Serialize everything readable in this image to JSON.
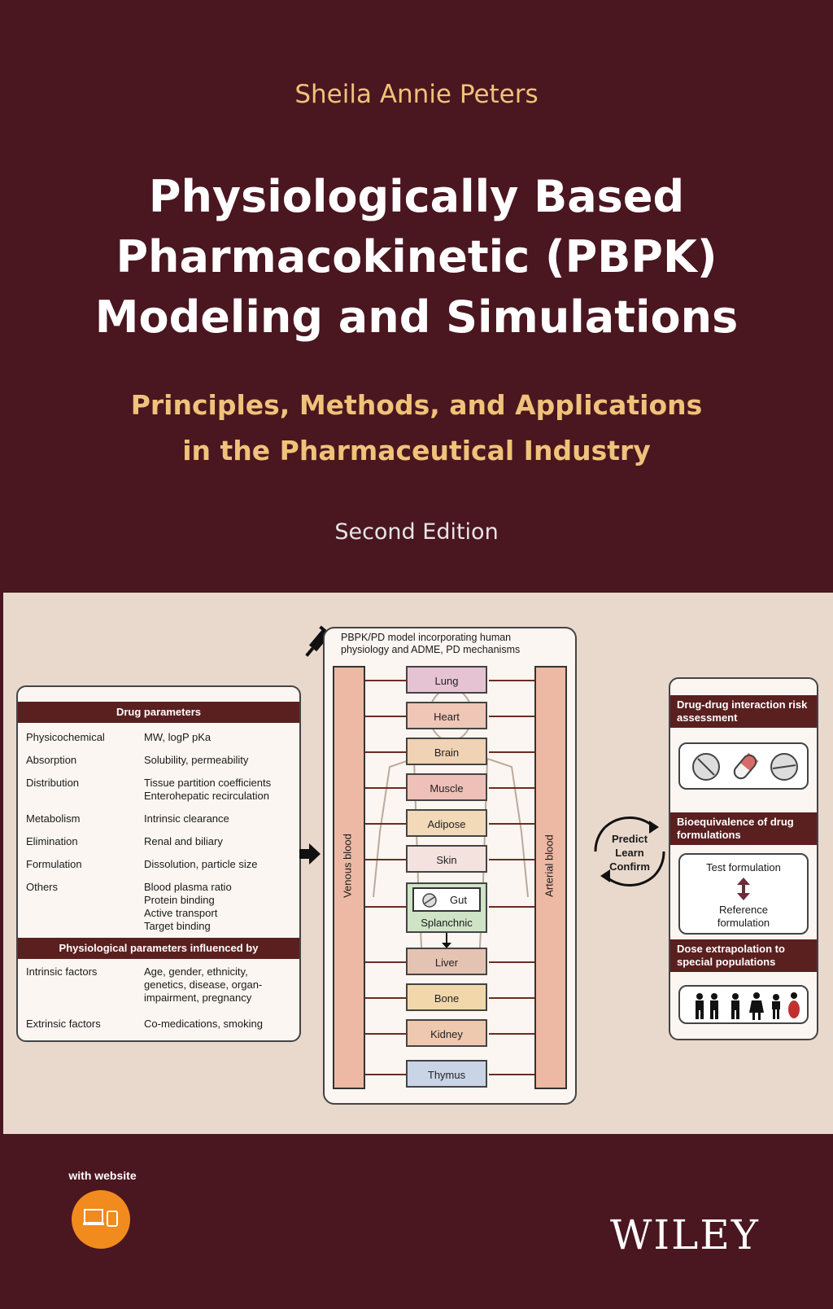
{
  "cover": {
    "author": "Sheila Annie Peters",
    "title_lines": [
      "Physiologically Based",
      "Pharmacokinetic (PBPK)",
      "Modeling and Simulations"
    ],
    "subtitle_lines": [
      "Principles, Methods, and Applications",
      "in the Pharmaceutical Industry"
    ],
    "edition": "Second Edition",
    "publisher": "WILEY",
    "badge_text": "with website"
  },
  "diagram": {
    "drug_parameters_header": "Drug parameters",
    "drug_parameters": [
      {
        "key": "Physicochemical",
        "value": "MW, logP pKa"
      },
      {
        "key": "Absorption",
        "value": "Solubility, permeability"
      },
      {
        "key": "Distribution",
        "value": "Tissue partition coefficients\nEnterohepatic recirculation"
      },
      {
        "key": "Metabolism",
        "value": "Intrinsic clearance"
      },
      {
        "key": "Elimination",
        "value": "Renal and biliary"
      },
      {
        "key": "Formulation",
        "value": "Dissolution, particle size"
      },
      {
        "key": "Others",
        "value": "Blood plasma ratio\nProtein binding\nActive transport\nTarget binding"
      }
    ],
    "physio_header": "Physiological parameters influenced by",
    "physio_parameters": [
      {
        "key": "Intrinsic factors",
        "value": "Age, gender, ethnicity,\ngenetics, disease, organ-\nimpairment, pregnancy"
      },
      {
        "key": "Extrinsic factors",
        "value": "Co-medications, smoking"
      }
    ],
    "model_title": "PBPK/PD model incorporating human physiology and ADME, PD mechanisms",
    "venous_label": "Venous blood",
    "arterial_label": "Arterial blood",
    "organs": [
      "Lung",
      "Heart",
      "Brain",
      "Muscle",
      "Adipose",
      "Skin",
      "Liver",
      "Bone",
      "Kidney",
      "Thymus"
    ],
    "gut_label": "Gut",
    "splanchnic_label": "Splanchnic",
    "cycle": [
      "Predict",
      "Learn",
      "Confirm"
    ],
    "applications": {
      "ddi_header": "Drug-drug interaction risk assessment",
      "be_header": "Bioequivalence of drug formulations",
      "test_formulation": "Test formulation",
      "reference_formulation": "Reference formulation",
      "dose_header": "Dose extrapolation to special populations"
    },
    "organ_colors": {
      "Lung": "#e6c3d3",
      "Heart": "#f0c6b7",
      "Brain": "#f0d2b4",
      "Muscle": "#efc0b8",
      "Adipose": "#f2d9b8",
      "Skin": "#f4e2de",
      "Liver": "#e5c3b3",
      "Bone": "#f1d7aa",
      "Kidney": "#efc8b0",
      "Thymus": "#c9d4e6"
    }
  }
}
